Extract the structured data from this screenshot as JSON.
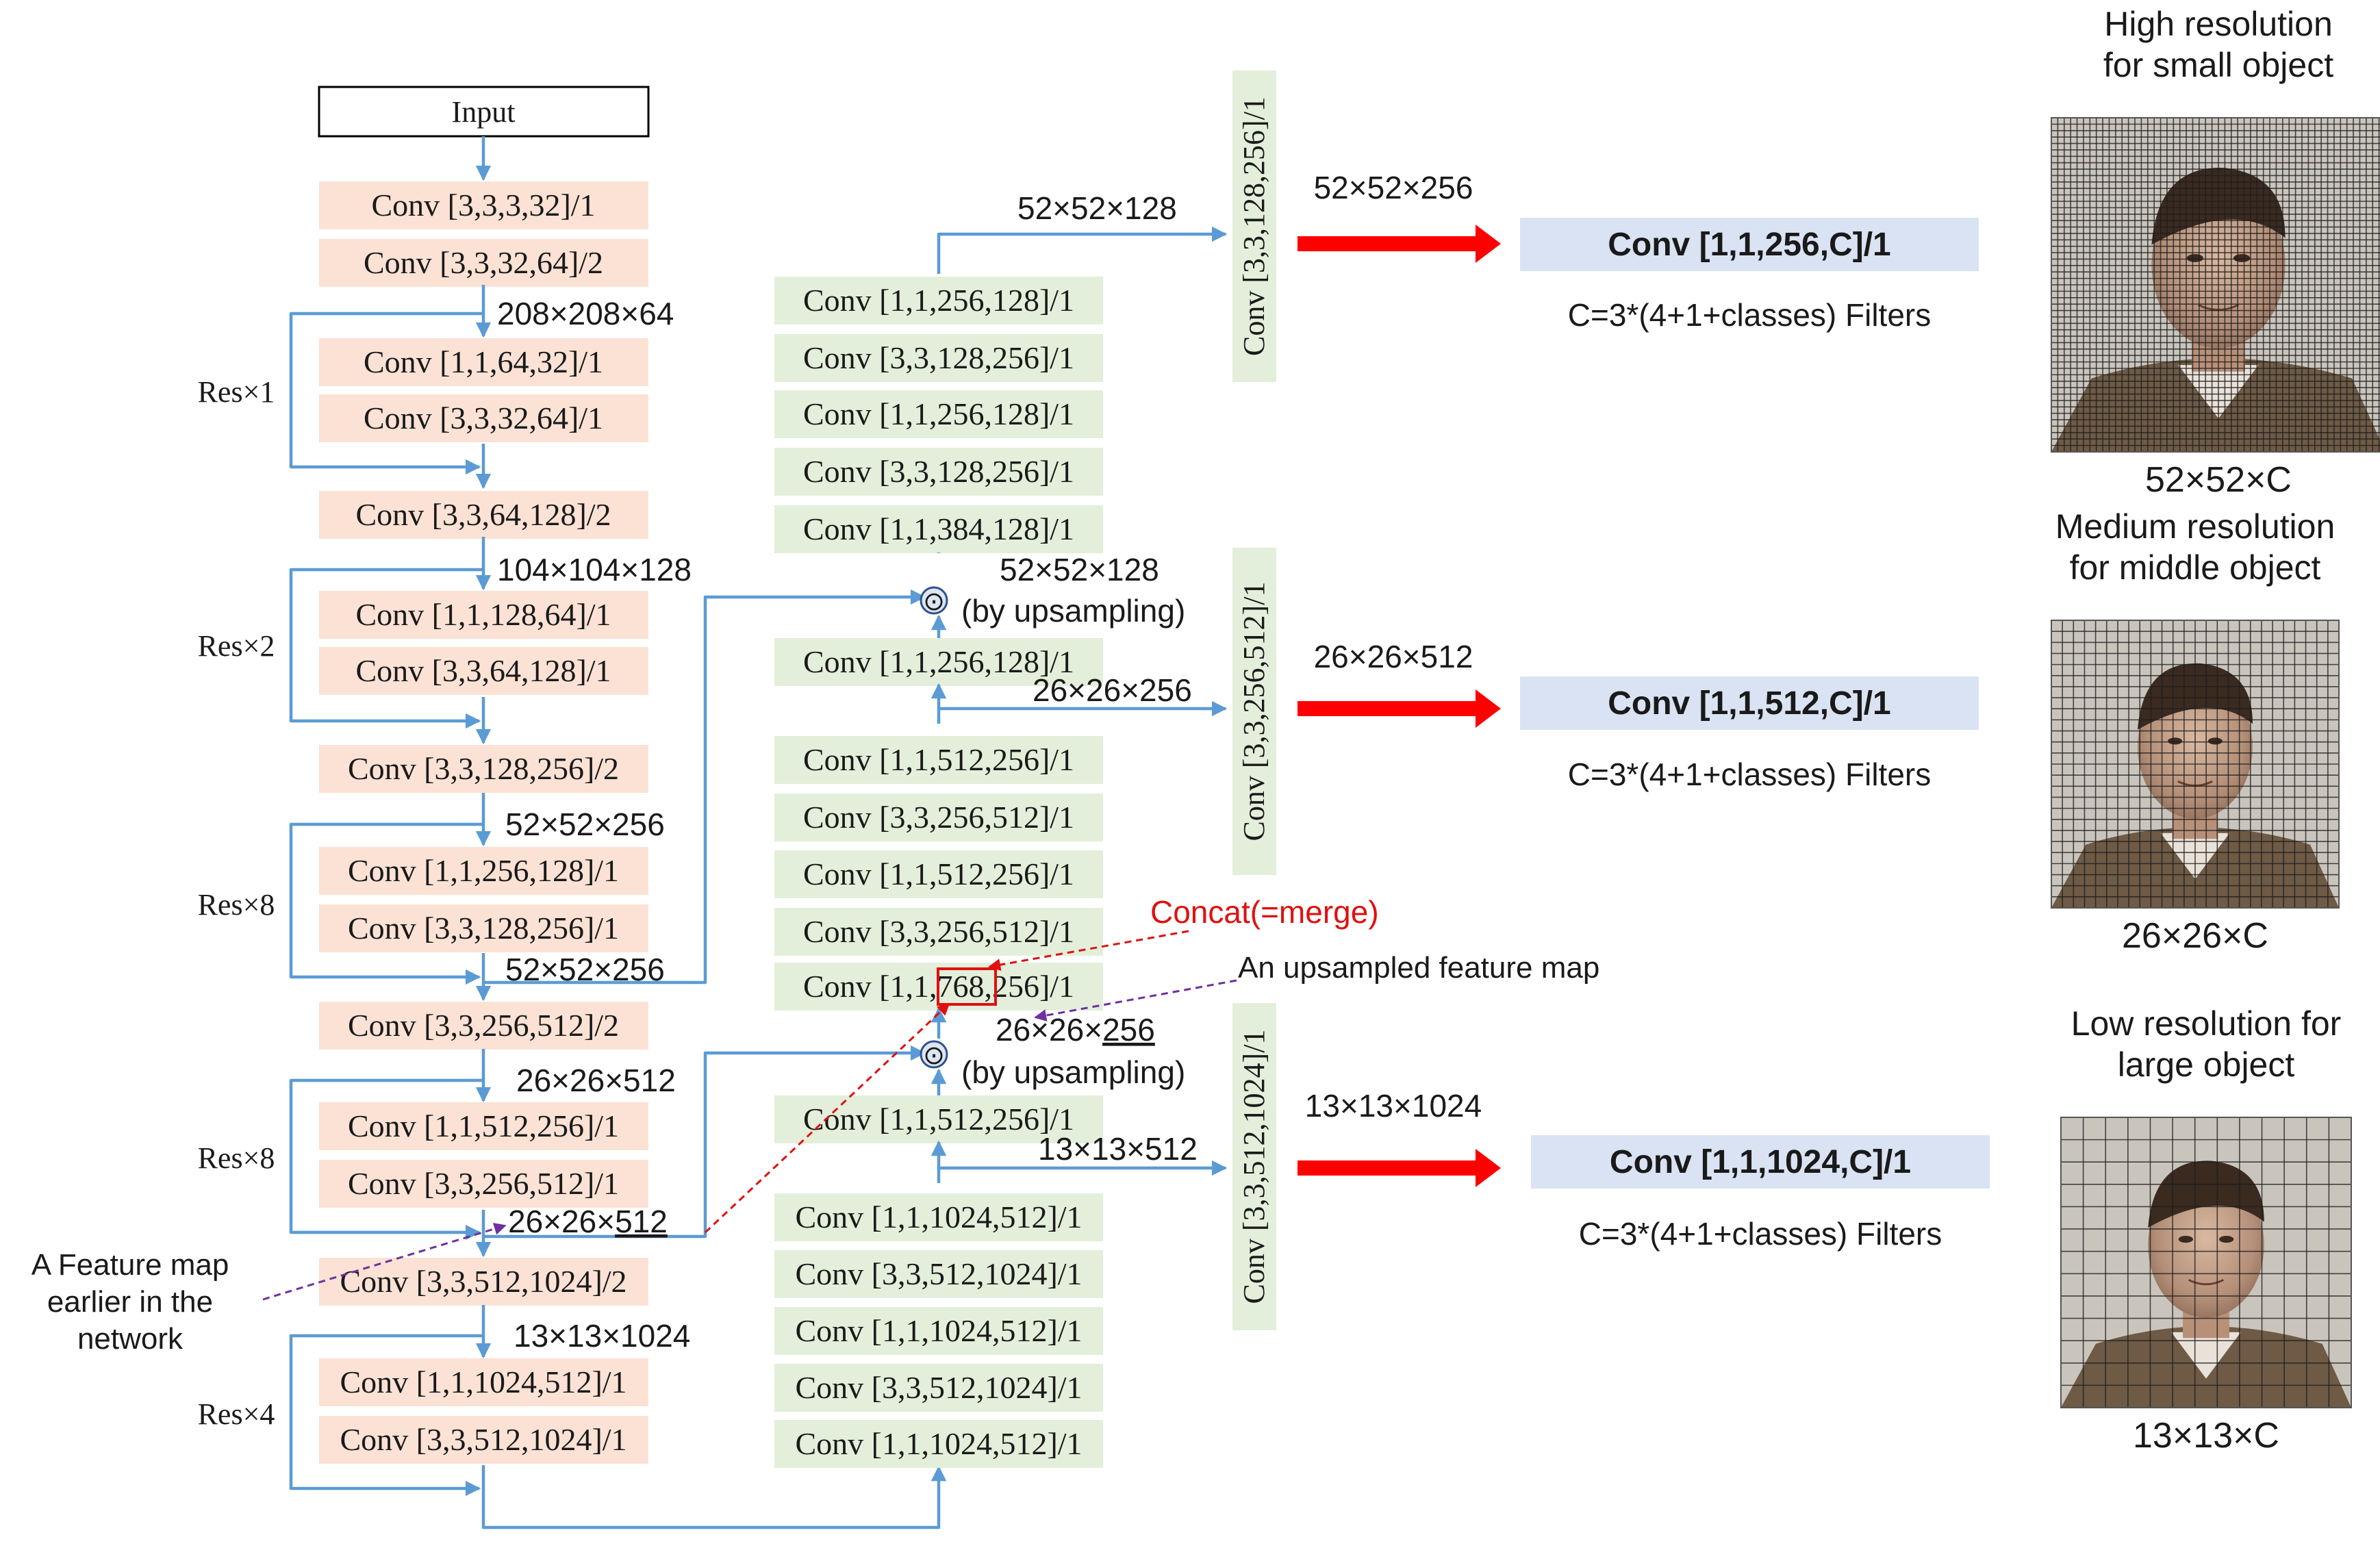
{
  "backbone": {
    "input_label": "Input",
    "convs": [
      "Conv [3,3,3,32]/1",
      "Conv [3,3,32,64]/2",
      "Conv [1,1,64,32]/1",
      "Conv [3,3,32,64]/1",
      "Conv [3,3,64,128]/2",
      "Conv [1,1,128,64]/1",
      "Conv [3,3,64,128]/1",
      "Conv [3,3,128,256]/2",
      "Conv [1,1,256,128]/1",
      "Conv [3,3,128,256]/1",
      "Conv [3,3,256,512]/2",
      "Conv [1,1,512,256]/1",
      "Conv [3,3,256,512]/1",
      "Conv [3,3,512,1024]/2",
      "Conv [1,1,1024,512]/1",
      "Conv [3,3,512,1024]/1"
    ],
    "res_labels": [
      "Res×1",
      "Res×2",
      "Res×8",
      "Res×8",
      "Res×4"
    ],
    "dims": [
      "208×208×64",
      "104×104×128",
      "52×52×256",
      "52×52×256",
      "26×26×512",
      "13×13×1024"
    ],
    "dim_26_lower_prefix": "26×26×",
    "dim_26_lower_suffix": "512"
  },
  "neck": {
    "top_convs": [
      "Conv [1,1,256,128]/1",
      "Conv [3,3,128,256]/1",
      "Conv [1,1,256,128]/1",
      "Conv [3,3,128,256]/1",
      "Conv [1,1,384,128]/1"
    ],
    "mid_upsample_conv": "Conv [1,1,256,128]/1",
    "mid_convs": [
      "Conv [1,1,512,256]/1",
      "Conv [3,3,256,512]/1",
      "Conv [1,1,512,256]/1",
      "Conv [3,3,256,512]/1"
    ],
    "concat_conv": {
      "prefix": "Conv [1,1,",
      "value": "768",
      "suffix": ",256]/1"
    },
    "low_upsample_conv": "Conv [1,1,512,256]/1",
    "bottom_convs": [
      "Conv [1,1,1024,512]/1",
      "Conv [3,3,512,1024]/1",
      "Conv [1,1,1024,512]/1",
      "Conv [3,3,512,1024]/1",
      "Conv [1,1,1024,512]/1"
    ],
    "dims": {
      "top_branch": "52×52×128",
      "upsample_top_dim": "52×52×128",
      "upsample_top_note": "(by upsampling)",
      "mid_branch": "26×26×256",
      "upsample_low_prefix": "26×26×",
      "upsample_low_value": "256",
      "upsample_low_note": "(by upsampling)",
      "low_branch": "13×13×512"
    },
    "upsample_symbol": "⊙"
  },
  "heads": [
    {
      "vertical_conv": "Conv [3,3,128,256]/1",
      "arrow_dim": "52×52×256",
      "conv": "Conv [1,1,256,C]/1",
      "filters": "C=3*(4+1+classes) Filters"
    },
    {
      "vertical_conv": "Conv [3,3,256,512]/1",
      "arrow_dim": "26×26×512",
      "conv": "Conv [1,1,512,C]/1",
      "filters": "C=3*(4+1+classes) Filters"
    },
    {
      "vertical_conv": "Conv [3,3,512,1024]/1",
      "arrow_dim": "13×13×1024",
      "conv": "Conv [1,1,1024,C]/1",
      "filters": "C=3*(4+1+classes) Filters"
    }
  ],
  "outputs": [
    {
      "title_line1": "High resolution",
      "title_line2": "for small object",
      "caption": "52×52×C",
      "grid_cells": 52
    },
    {
      "title_line1": "Medium resolution",
      "title_line2": "for middle object",
      "caption": "26×26×C",
      "grid_cells": 26
    },
    {
      "title_line1": "Low resolution for",
      "title_line2": "large object",
      "caption": "13×13×C",
      "grid_cells": 13
    }
  ],
  "annotations": {
    "concat": "Concat(=merge)",
    "upsampled": "An upsampled feature map",
    "earlier_line1": "A Feature map",
    "earlier_line2": "earlier in the",
    "earlier_line3": "network"
  },
  "colors": {
    "backbone_box": "#fbe2d5",
    "neck_box": "#e3efda",
    "head_box": "#dae3f3",
    "flow_line": "#5b9bd5",
    "head_arrow": "#ff0000",
    "concat_annotation": "#e01010",
    "upsample_annotation": "#7030a0"
  }
}
